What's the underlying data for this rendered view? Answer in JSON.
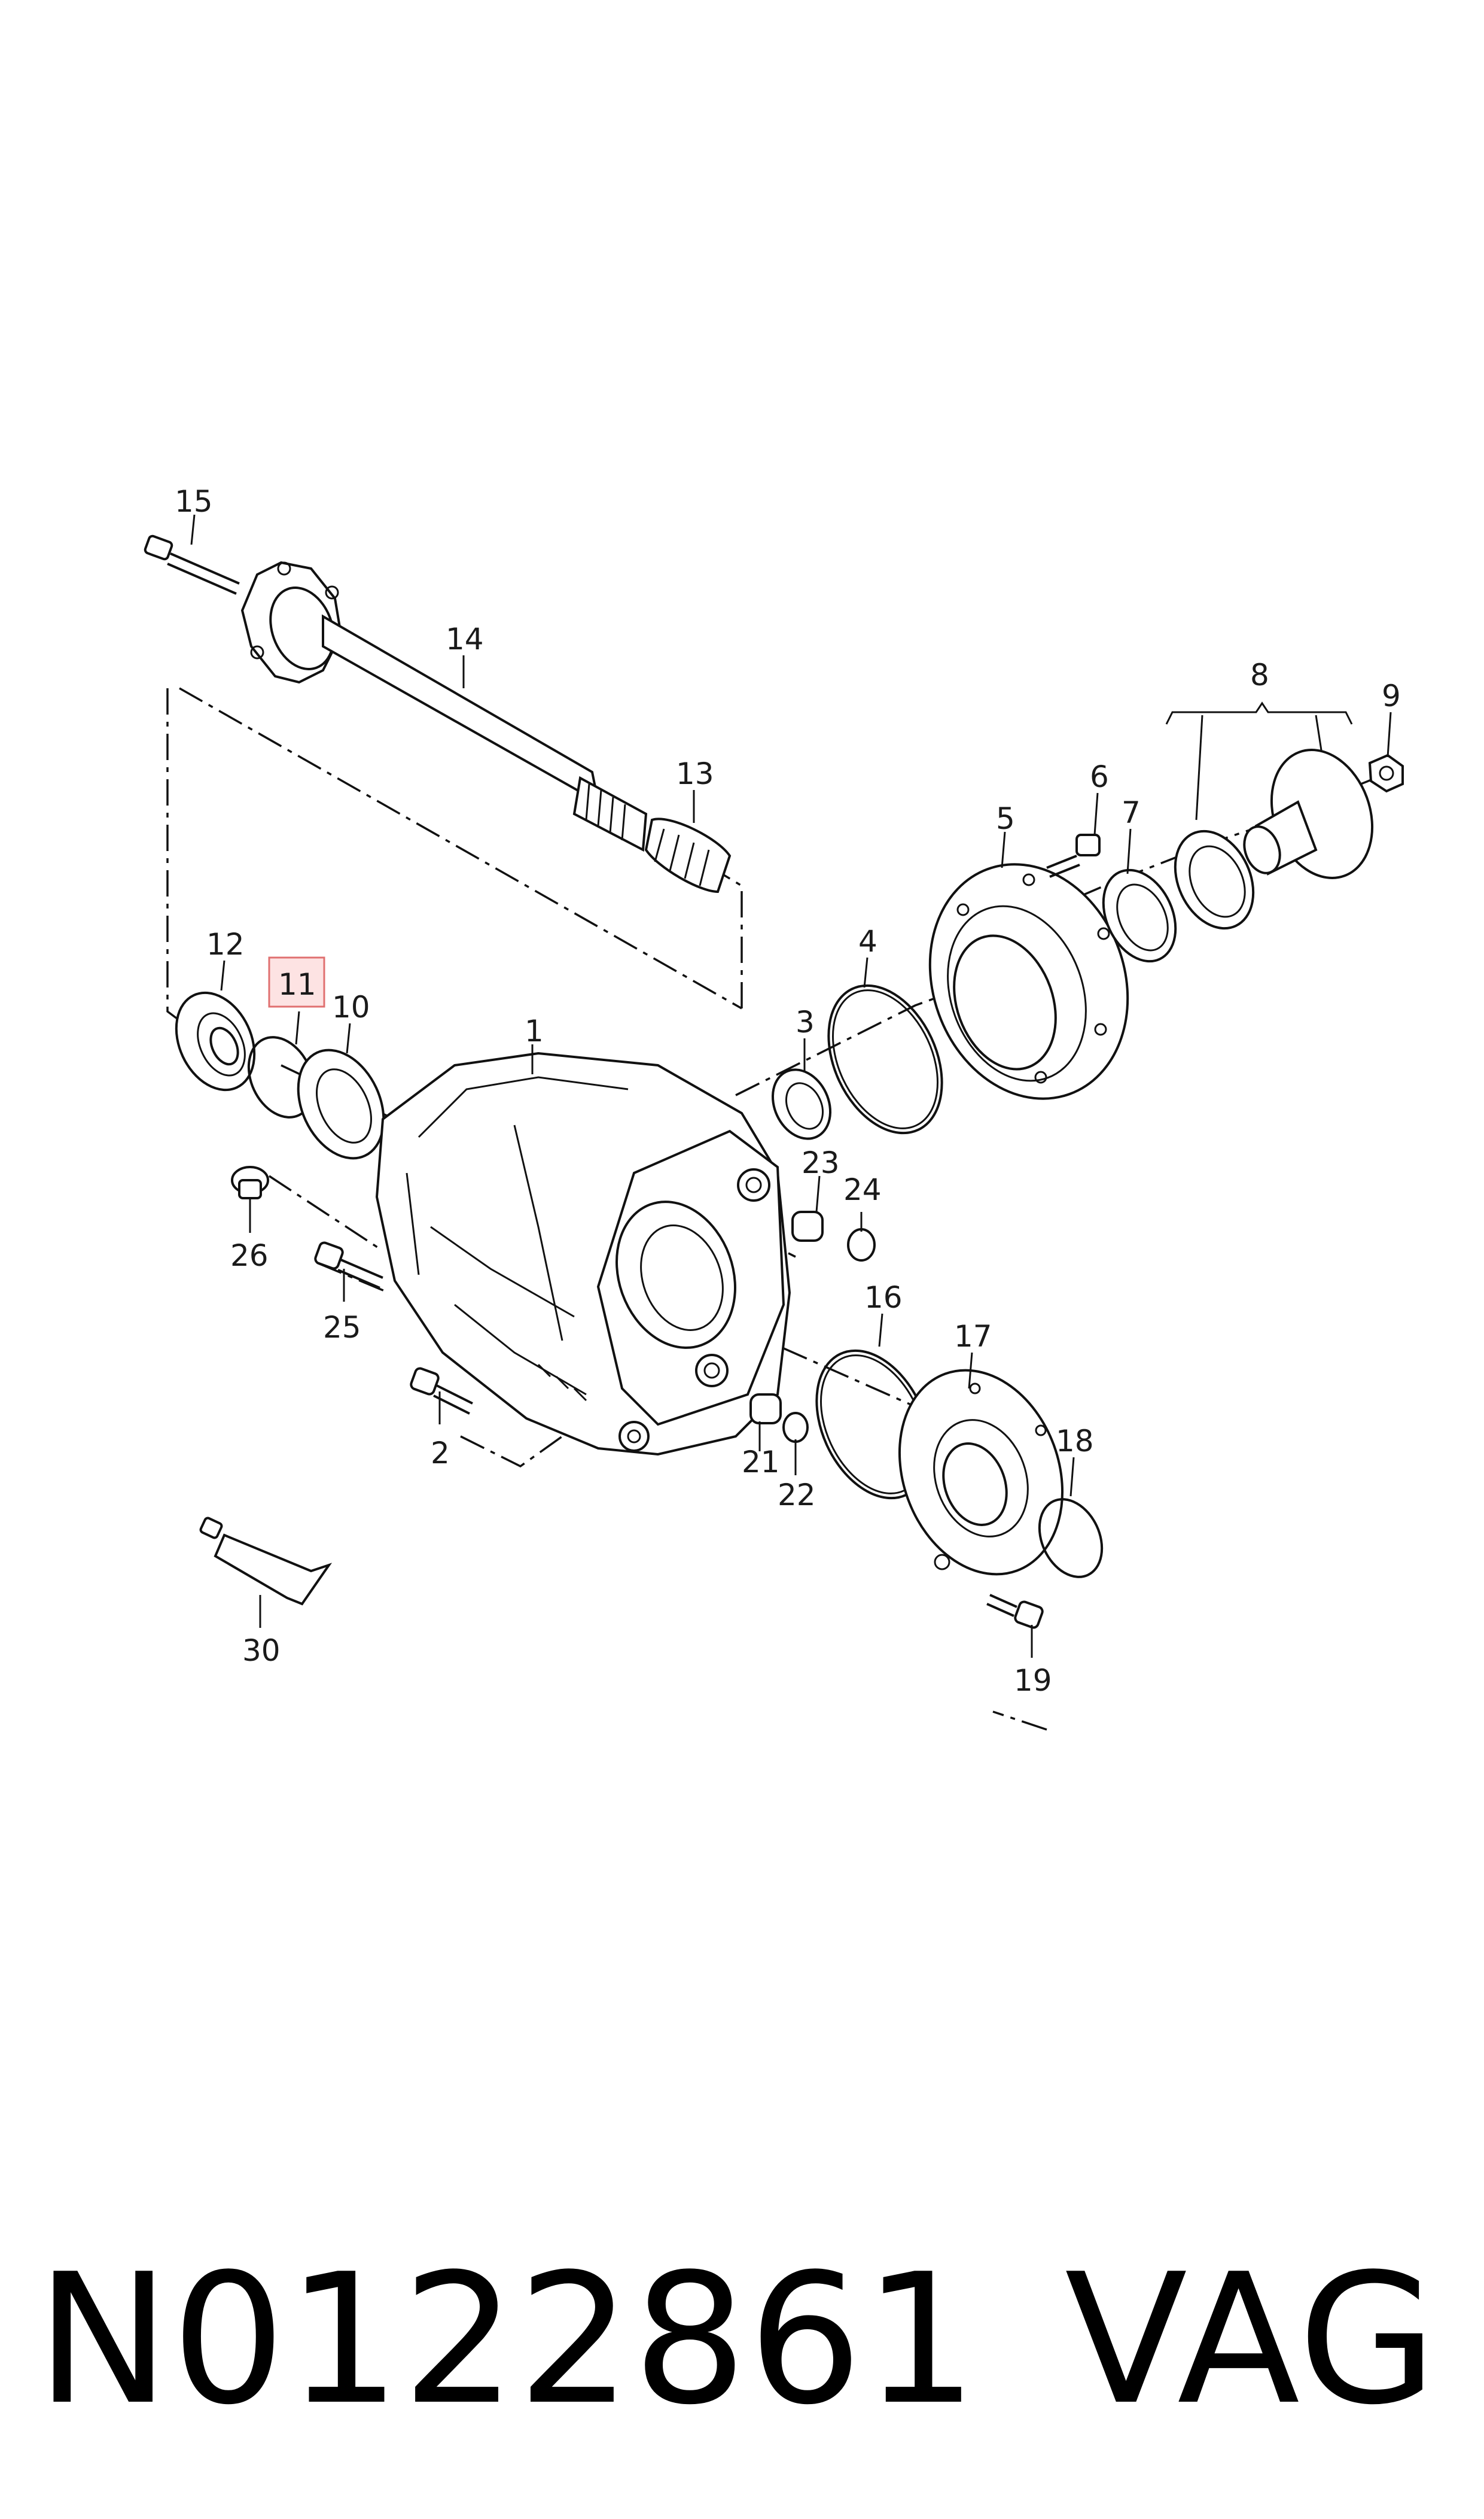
{
  "parts": {
    "p1": "1",
    "p2": "2",
    "p3": "3",
    "p4": "4",
    "p5": "5",
    "p6": "6",
    "p7": "7",
    "p8": "8",
    "p9": "9",
    "p10": "10",
    "p11": "11",
    "p12": "12",
    "p13": "13",
    "p14": "14",
    "p15": "15",
    "p16": "16",
    "p17": "17",
    "p18": "18",
    "p19": "19",
    "p21": "21",
    "p22": "22",
    "p23": "23",
    "p24": "24",
    "p25": "25",
    "p26": "26",
    "p30": "30"
  },
  "highlight": {
    "part": "11",
    "fill": "#fde3e3",
    "stroke": "#e07070"
  },
  "footer": {
    "code": "N0122861",
    "brand": "VAG"
  }
}
